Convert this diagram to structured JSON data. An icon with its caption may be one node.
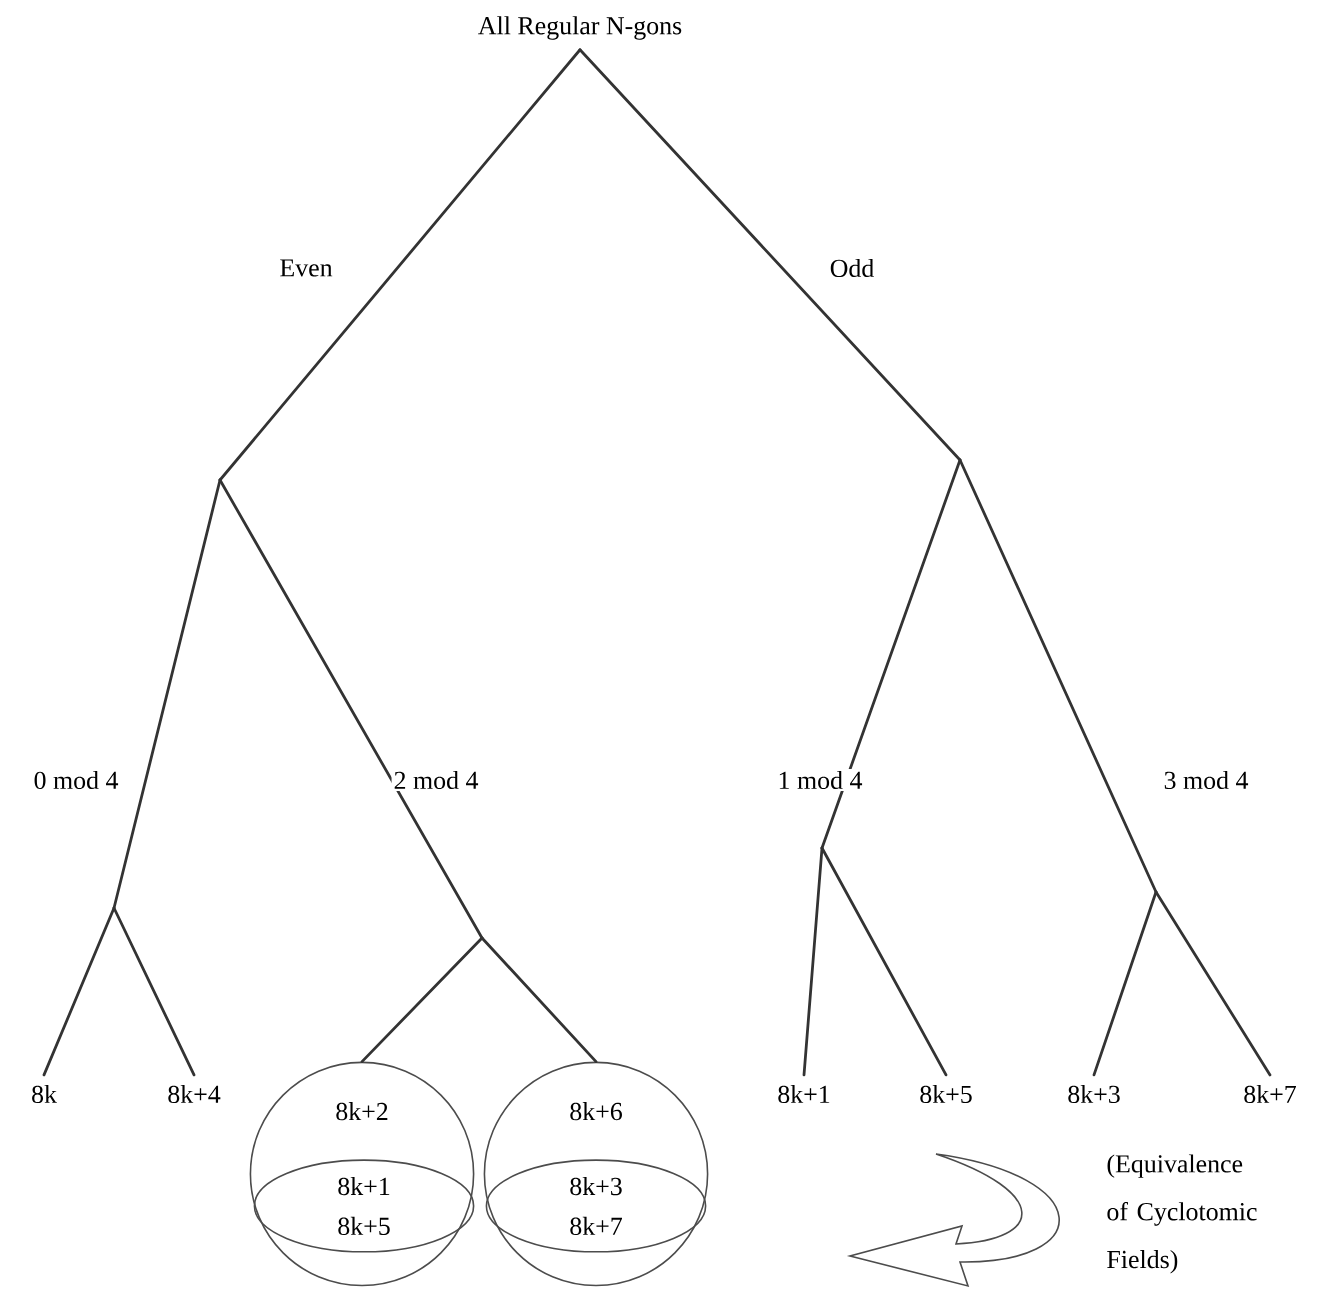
{
  "diagram": {
    "nodes": [
      {
        "text": [
          "All Regular N-gons"
        ]
      },
      {
        "text": [
          "8k"
        ]
      },
      {
        "text": [
          "8k+4"
        ]
      },
      {
        "text": [
          "8k+2"
        ]
      },
      {
        "text": [
          "8k+1 8k+5"
        ],
        "in": 3
      },
      {
        "text": [
          "8k+6"
        ]
      },
      {
        "text": [
          "8k+3 8k+7"
        ],
        "in": 5
      },
      {
        "text": [
          "8k+1"
        ]
      },
      {
        "text": [
          "8k+5"
        ]
      },
      {
        "text": [
          "8k+3"
        ]
      },
      {
        "text": [
          "8k+7"
        ]
      }
    ],
    "edges": [
      {
        "from": 0,
        "to": 1,
        "arrow": "none"
      },
      {
        "from": 0,
        "to": 2,
        "arrow": "none"
      },
      {
        "from": 0,
        "to": 3,
        "arrow": "none"
      },
      {
        "from": 0,
        "to": 5,
        "arrow": "none"
      },
      {
        "from": 0,
        "to": 7,
        "arrow": "none"
      },
      {
        "from": 0,
        "to": 8,
        "arrow": "none"
      },
      {
        "from": 0,
        "to": 9,
        "arrow": "none"
      },
      {
        "from": 0,
        "to": 10,
        "arrow": "none"
      }
    ],
    "labels": [
      "Even",
      "Odd",
      "0 mod 4",
      "2 mod 4",
      "1 mod 4",
      "3 mod 4",
      "(Equivalence of Cyclotomic Fields)"
    ]
  }
}
